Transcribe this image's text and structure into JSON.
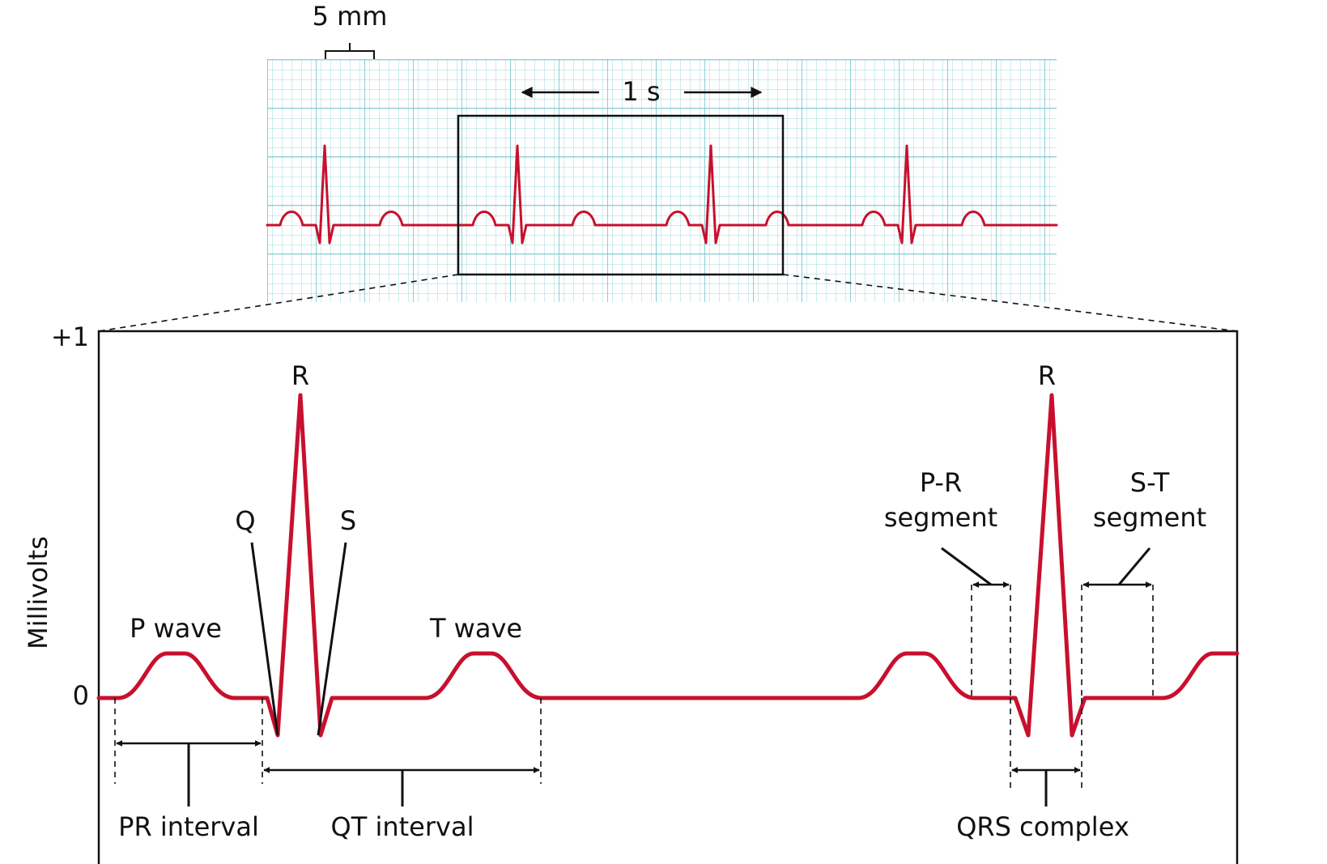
{
  "colors": {
    "trace": "#c8102e",
    "grid_minor": "#9fd8dc",
    "grid_major": "#6cc3c9",
    "ink": "#111111"
  },
  "strip": {
    "scale_label": "5 mm",
    "time_label": "1 s"
  },
  "detail": {
    "y_top_label": "+1",
    "y_zero_label": "0",
    "y_axis_label": "Millivolts",
    "waves": {
      "p": "P wave",
      "q": "Q",
      "r": "R",
      "s": "S",
      "t": "T wave",
      "r2": "R"
    },
    "pr_segment": [
      "P-R",
      "segment"
    ],
    "st_segment": [
      "S-T",
      "segment"
    ],
    "intervals": {
      "pr": "PR interval",
      "qt": "QT interval",
      "qrs": "QRS complex"
    }
  }
}
